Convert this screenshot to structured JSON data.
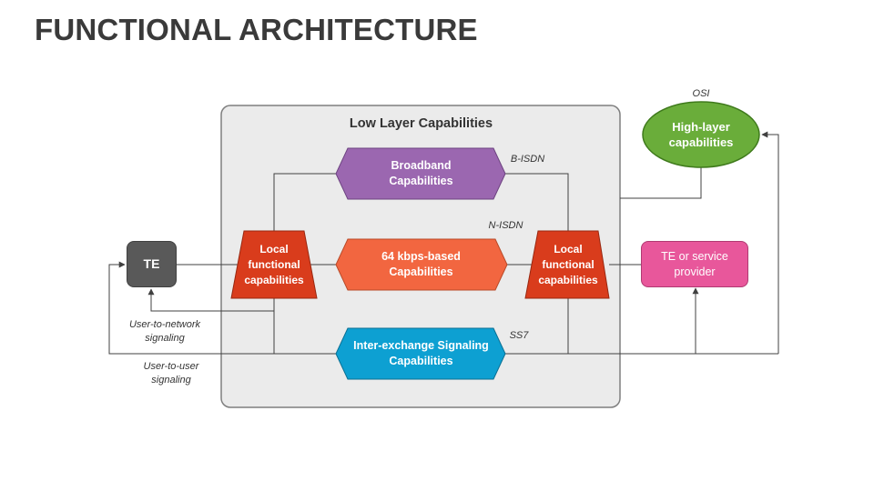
{
  "title": "FUNCTIONAL ARCHITECTURE",
  "panel": {
    "title": "Low Layer Capabilities"
  },
  "nodes": {
    "te": "TE",
    "broadband": "Broadband Capabilities",
    "kbps": "64 kbps-based Capabilities",
    "signaling": "Inter-exchange Signaling Capabilities",
    "local_left": "Local functional capabilities",
    "local_right": "Local functional capabilities",
    "provider": "TE or service provider",
    "high_layer": "High-layer capabilities"
  },
  "annotations": {
    "osi": "OSI",
    "b_isdn": "B-ISDN",
    "n_isdn": "N-ISDN",
    "ss7": "SS7",
    "user_to_network": "User-to-network signaling",
    "user_to_user": "User-to-user signaling"
  },
  "colors": {
    "broadband": "#9b67b0",
    "kbps": "#f26640",
    "signaling": "#0da0d2",
    "local": "#d93c1c",
    "te": "#595959",
    "provider": "#e8579b",
    "high_layer": "#6aad3a",
    "panel": "#ebebeb"
  }
}
